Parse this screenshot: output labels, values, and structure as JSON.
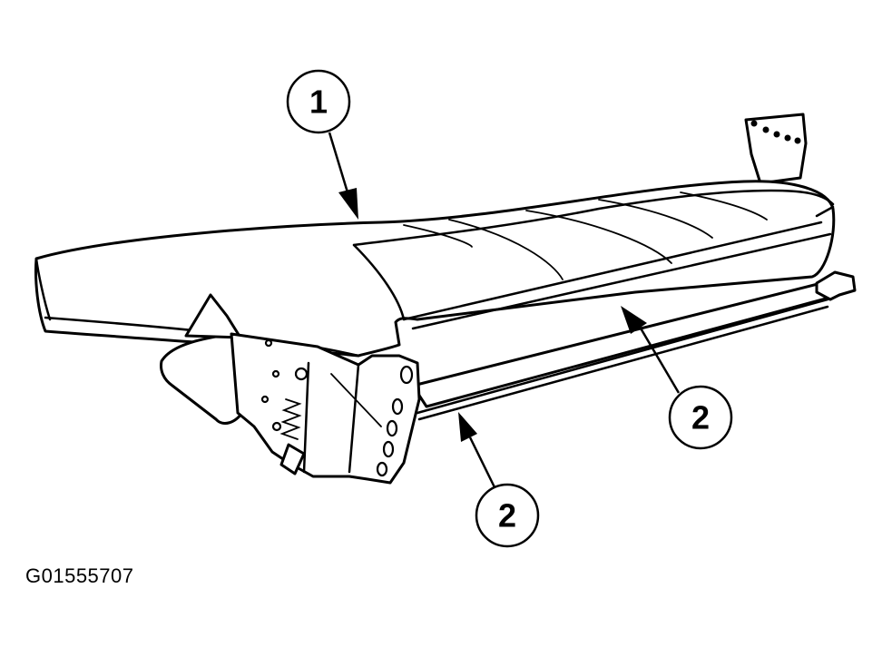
{
  "callouts": [
    {
      "id": "1",
      "label": "1"
    },
    {
      "id": "2a",
      "label": "2"
    },
    {
      "id": "2b",
      "label": "2"
    }
  ],
  "figure_id": "G01555707",
  "colors": {
    "line": "#000000",
    "background": "#ffffff"
  }
}
